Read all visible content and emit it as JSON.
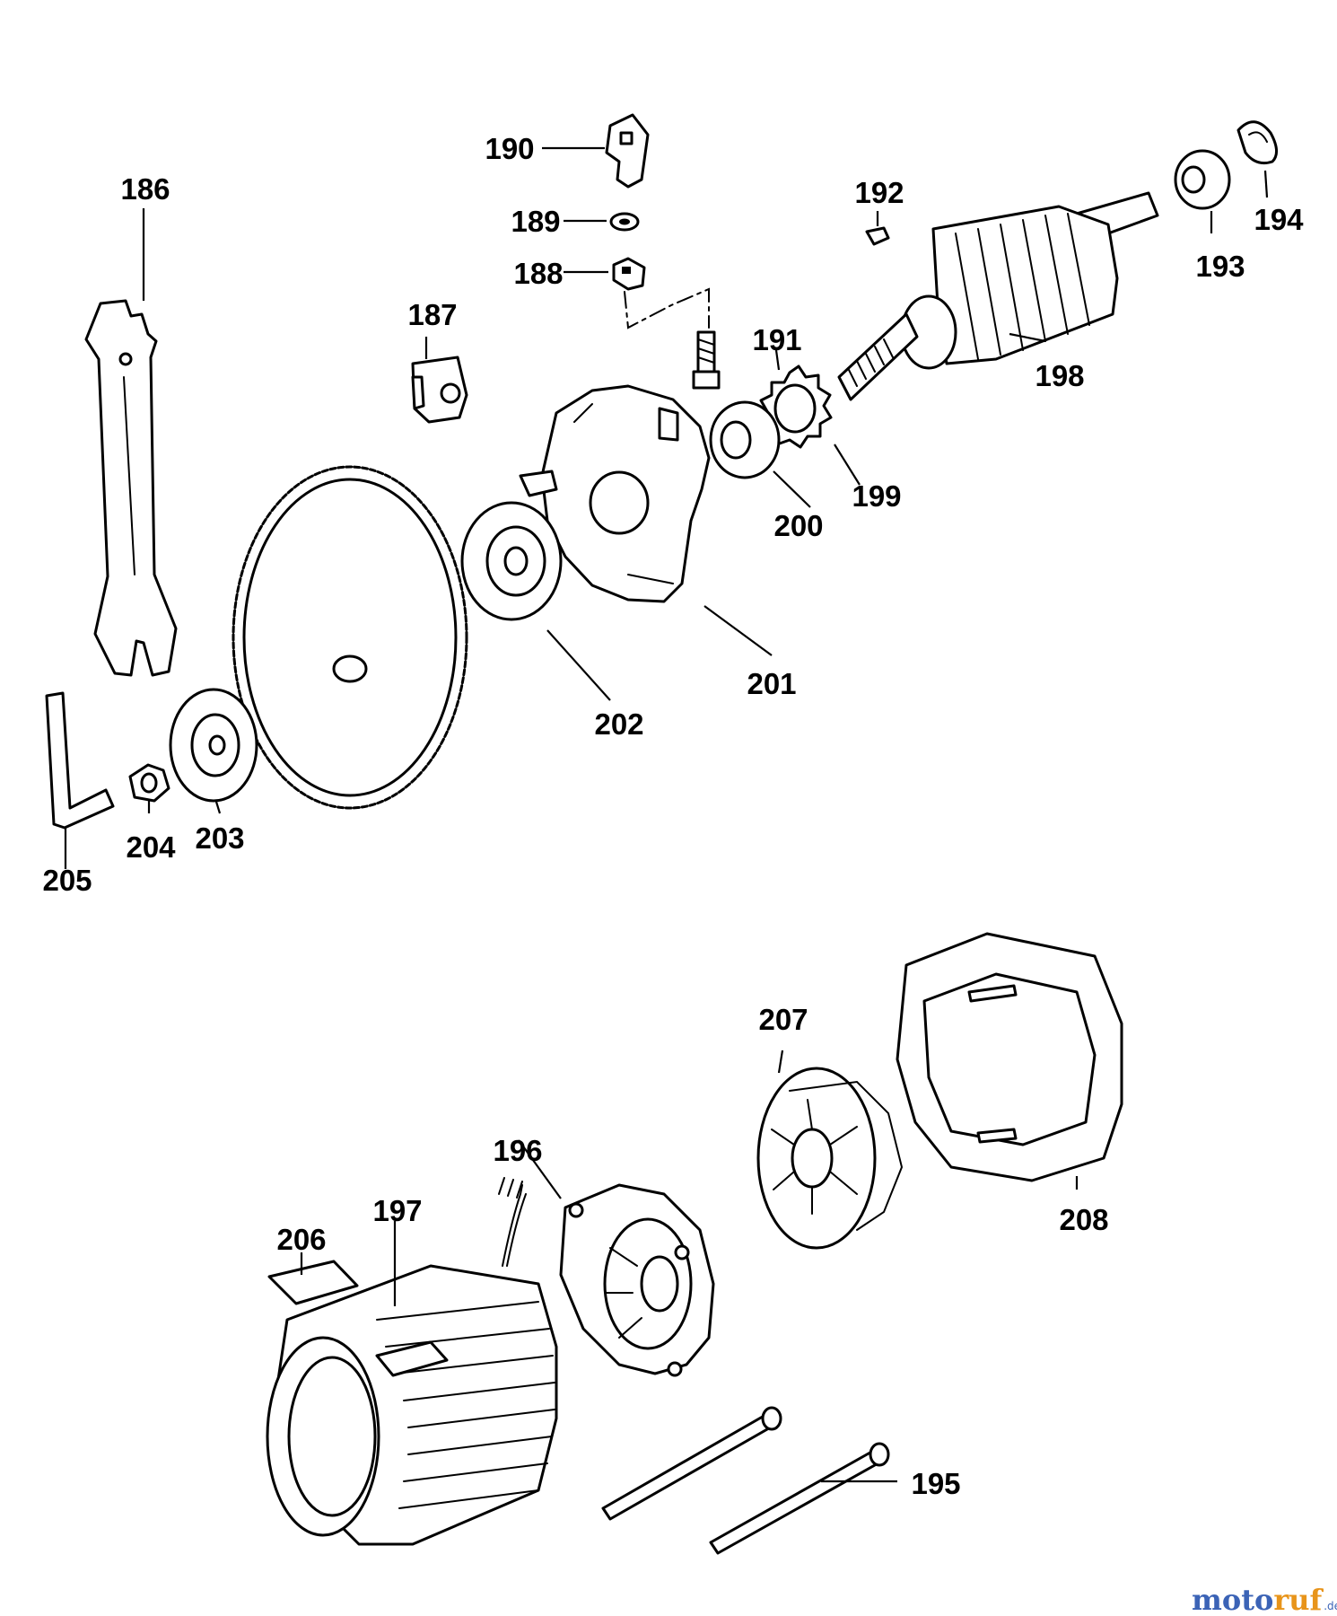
{
  "labels": {
    "p186": "186",
    "p187": "187",
    "p188": "188",
    "p189": "189",
    "p190": "190",
    "p191": "191",
    "p192": "192",
    "p193": "193",
    "p194": "194",
    "p195": "195",
    "p196": "196",
    "p197": "197",
    "p198": "198",
    "p199": "199",
    "p200": "200",
    "p201": "201",
    "p202": "202",
    "p203": "203",
    "p204": "204",
    "p205": "205",
    "p206": "206",
    "p207": "207",
    "p208": "208"
  },
  "watermark": {
    "part_a": "moto",
    "part_b": "ruf",
    "suffix": ".de"
  },
  "colors": {
    "ink": "#000000",
    "background": "#ffffff",
    "brand_blue": "#3b63b6",
    "brand_orange": "#e8941a"
  }
}
